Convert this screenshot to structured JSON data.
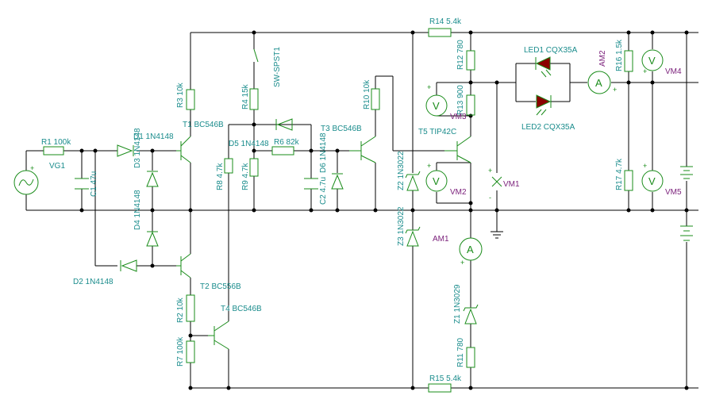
{
  "labels": {
    "r1": "R1 100k",
    "vg1": "VG1",
    "c1": "C1 47u",
    "d1": "D1 1N4148",
    "d2": "D2 1N4148",
    "d3": "D3 1N4148",
    "d4": "D4 1N4148",
    "t1": "T1 BC546B",
    "t2": "T2 BC556B",
    "t3": "T3 BC546B",
    "t4": "T4 BC546B",
    "t5": "T5 TIP42C",
    "r2": "R2 10k",
    "r3": "R3 10k",
    "r4": "R4 15k",
    "r6": "R6 82k",
    "r7": "R7 100k",
    "r8": "R8 4.7k",
    "r9": "R9 4.7k",
    "r10": "R10 10k",
    "r11": "R11 780",
    "r12": "R12 780",
    "r13": "R13 900",
    "r14": "R14 5.4k",
    "r15": "R15 5.4k",
    "r16": "R16 1.5k",
    "r17": "R17 4.7k",
    "d5": "D5 1N4148",
    "d6": "D6 1N4148",
    "c2": "C2 4.7u",
    "sw": "SW-SPST1",
    "z1": "Z1 1N3029",
    "z2": "Z2 1N3022",
    "z3": "Z3 1N3022",
    "led1": "LED1 CQX35A",
    "led2": "LED2 CQX35A",
    "am1": "AM1",
    "am2": "AM2",
    "vm1": "VM1",
    "vm2": "VM2",
    "vm3": "VM3",
    "vm4": "VM4",
    "vm5": "VM5",
    "v": "V",
    "a": "A",
    "plus": "+",
    "minus": "-"
  },
  "colors": {
    "wire": "#000000",
    "component": "#1a8c1a",
    "label": "#1a8c8c",
    "meter_label": "#7a1f7a",
    "led": "#8b0000"
  }
}
